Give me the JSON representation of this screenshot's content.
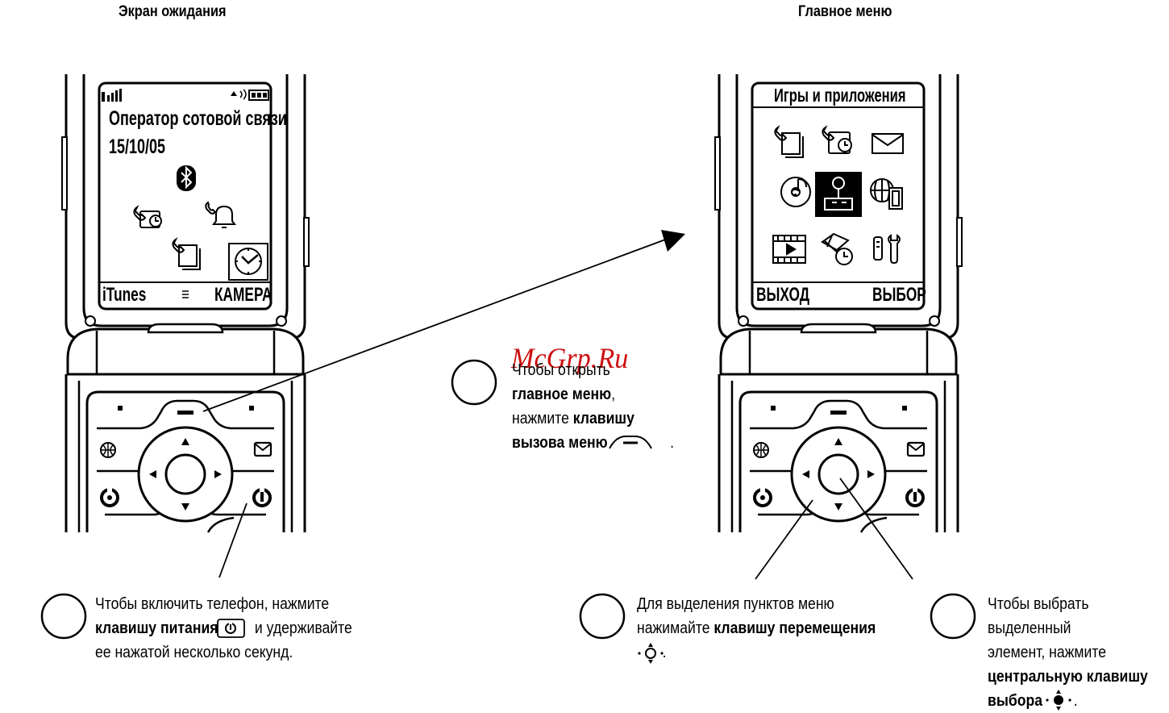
{
  "headings": {
    "standby": "Экран ожидания",
    "main_menu": "Главное меню"
  },
  "standby_screen": {
    "operator": "Оператор сотовой связи",
    "date": "15/10/05",
    "left_soft": "iTunes",
    "right_soft": "КАМЕРА"
  },
  "menu_screen": {
    "title": "Игры и приложения",
    "left_soft": "ВЫХОД",
    "right_soft": "ВЫБОР"
  },
  "watermark": "McGrp.Ru",
  "captions": {
    "menu_key": {
      "line1": "Чтобы открыть",
      "line2_bold": "главное меню",
      "line2_tail": ",",
      "line3": "нажмите ",
      "line3_bold": "клавишу",
      "line4_bold": "вызова меню",
      "line4_tail": "."
    },
    "power_key": {
      "line1": "Чтобы включить телефон, нажмите",
      "line2_bold": "клавишу питания",
      "line2_tail": " и удерживайте",
      "line3": "ее нажатой несколько секунд."
    },
    "nav_key": {
      "line1": "Для выделения пунктов меню",
      "line2": "нажимайте ",
      "line2_bold": "клавишу перемещения",
      "line3_tail": "."
    },
    "select_key": {
      "line1": "Чтобы выбрать",
      "line2": "выделенный",
      "line3": "элемент, нажмите",
      "line4_bold": "центральную клавишу",
      "line5_bold": "выбора",
      "line5_tail": "."
    }
  }
}
